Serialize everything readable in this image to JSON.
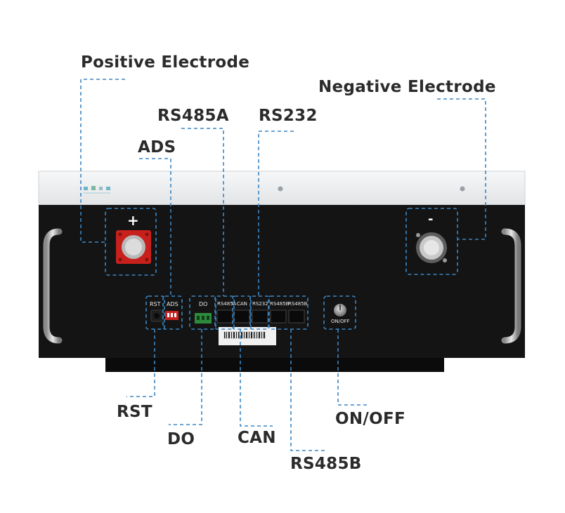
{
  "callouts": {
    "positive": "Positive Electrode",
    "negative": "Negative Electrode",
    "rs485a": "RS485A",
    "rs232": "RS232",
    "ads": "ADS",
    "rst": "RST",
    "do": "DO",
    "can": "CAN",
    "onoff": "ON/OFF",
    "rs485b": "RS485B"
  },
  "panel": {
    "plus_sign": "+",
    "minus_sign": "-",
    "rst": "RST",
    "ads": "ADS",
    "do": "DO",
    "rs485a": "RS485A",
    "can": "CAN",
    "rs232": "RS232",
    "rs485b_1": "RS485B",
    "rs485b_2": "RS485B",
    "onoff": "ON/OFF"
  },
  "colors": {
    "leader_line": "#3b86c4",
    "case_top": "#eef0f2",
    "case_body": "#141414",
    "positive_terminal": "#c8201c"
  }
}
